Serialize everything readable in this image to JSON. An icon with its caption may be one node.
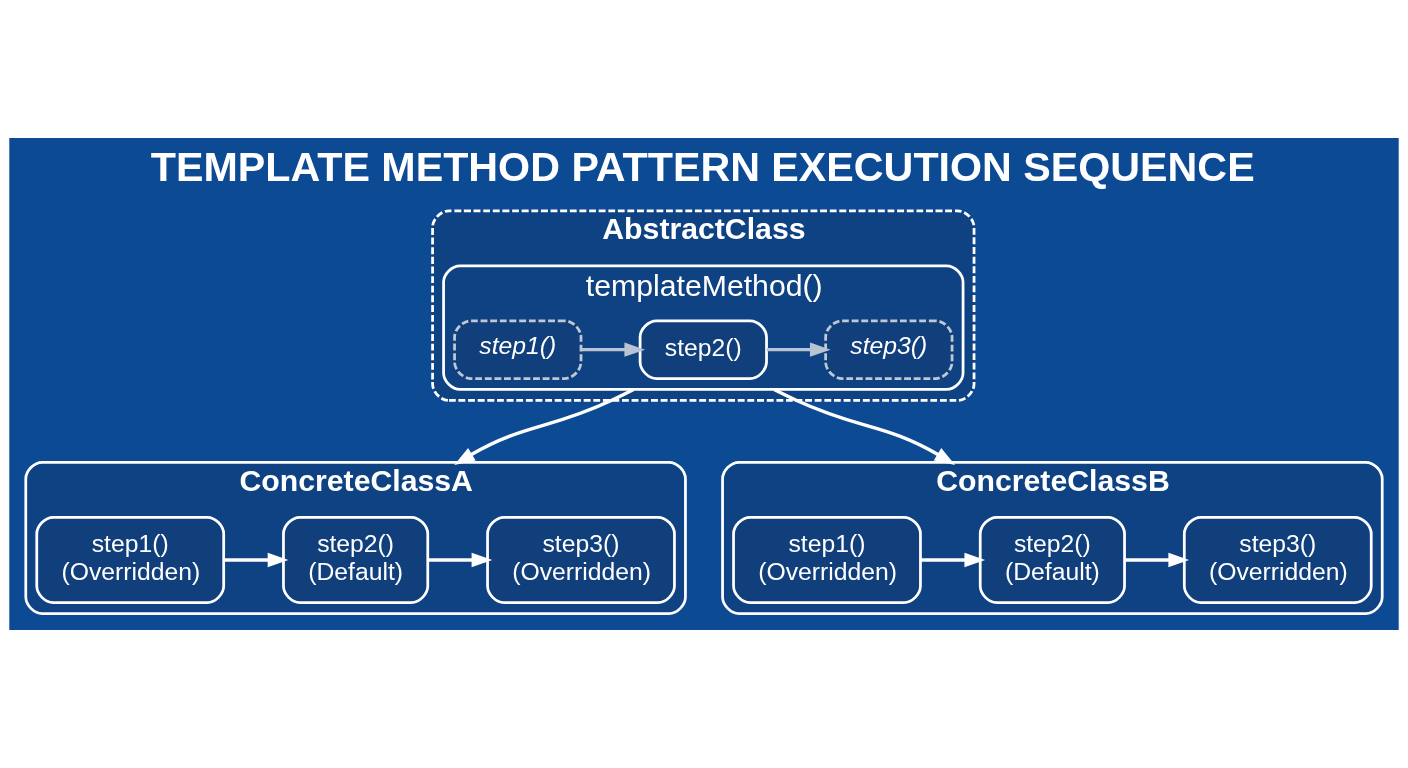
{
  "diagram": {
    "title": "TEMPLATE METHOD PATTERN EXECUTION SEQUENCE",
    "nodes": [
      {
        "text": [
          "AbstractClass"
        ]
      },
      {
        "text": [
          "templateMethod()"
        ],
        "in": 0
      },
      {
        "text": [
          "step1()"
        ],
        "in": 1
      },
      {
        "text": [
          "step2()"
        ],
        "in": 1
      },
      {
        "text": [
          "step3()"
        ],
        "in": 1
      },
      {
        "text": [
          "ConcreteClassA"
        ]
      },
      {
        "text": [
          "step1()",
          "(Overridden)"
        ],
        "in": 5
      },
      {
        "text": [
          "step2()",
          "(Default)"
        ],
        "in": 5
      },
      {
        "text": [
          "step3()",
          "(Overridden)"
        ],
        "in": 5
      },
      {
        "text": [
          "ConcreteClassB"
        ]
      },
      {
        "text": [
          "step1()",
          "(Overridden)"
        ],
        "in": 9
      },
      {
        "text": [
          "step2()",
          "(Default)"
        ],
        "in": 9
      },
      {
        "text": [
          "step3()",
          "(Overridden)"
        ],
        "in": 9
      }
    ],
    "edges": [
      {
        "from": 2,
        "to": 3,
        "arrow": "to",
        "color": "#b8c4d4"
      },
      {
        "from": 3,
        "to": 4,
        "arrow": "to",
        "color": "#b8c4d4"
      },
      {
        "from": 1,
        "to": 5,
        "arrow": "to"
      },
      {
        "from": 1,
        "to": 9,
        "arrow": "to"
      },
      {
        "from": 6,
        "to": 7,
        "arrow": "to"
      },
      {
        "from": 7,
        "to": 8,
        "arrow": "to"
      },
      {
        "from": 10,
        "to": 11,
        "arrow": "to"
      },
      {
        "from": 11,
        "to": 12,
        "arrow": "to"
      }
    ]
  }
}
